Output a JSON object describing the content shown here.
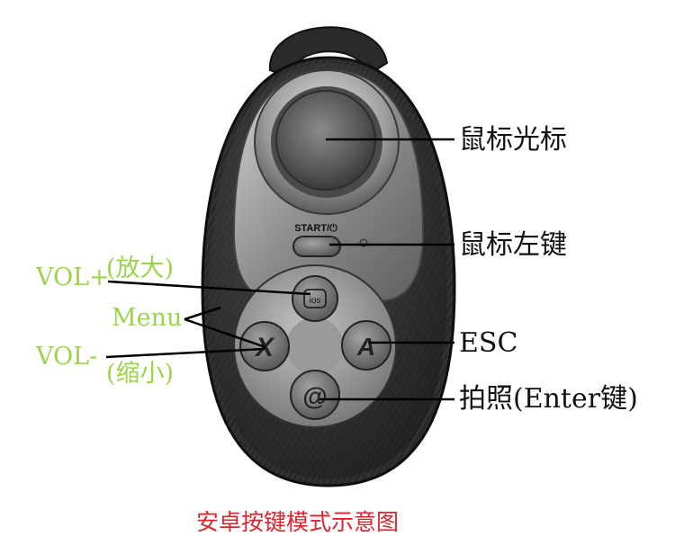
{
  "labels": {
    "mouse_cursor": "鼠标光标",
    "mouse_left": "鼠标左键",
    "vol_plus": "VOL+",
    "zoom_in": "(放大)",
    "menu": "Menu",
    "vol_minus": "VOL-",
    "zoom_out": "(缩小)",
    "esc": "ESC",
    "photo_enter": "拍照(Enter键)"
  },
  "device": {
    "start_label": "START/⏻",
    "btn_top": "ios",
    "btn_left": "X",
    "btn_right": "A",
    "btn_bottom": "@"
  },
  "caption": "安卓按键模式示意图",
  "colors": {
    "accent_green": "#9bd44a",
    "caption_red": "#d8262e",
    "body_dark": "#2b2b2b",
    "faceplate": "#9a9a9a"
  }
}
